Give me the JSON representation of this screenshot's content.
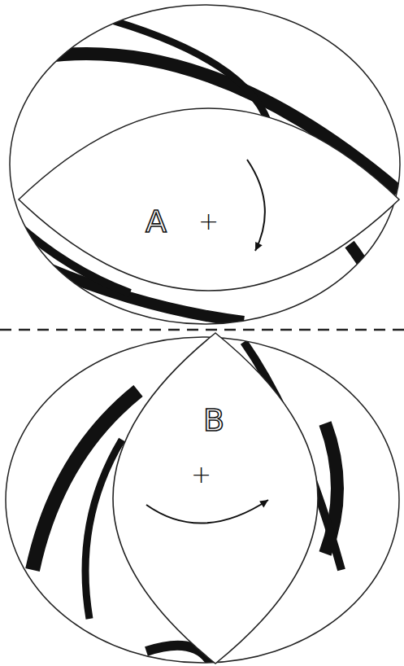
{
  "diagram": {
    "nodes": [
      {
        "text": [
          "A",
          "+"
        ]
      },
      {
        "text": [
          "B",
          "+"
        ]
      }
    ]
  }
}
